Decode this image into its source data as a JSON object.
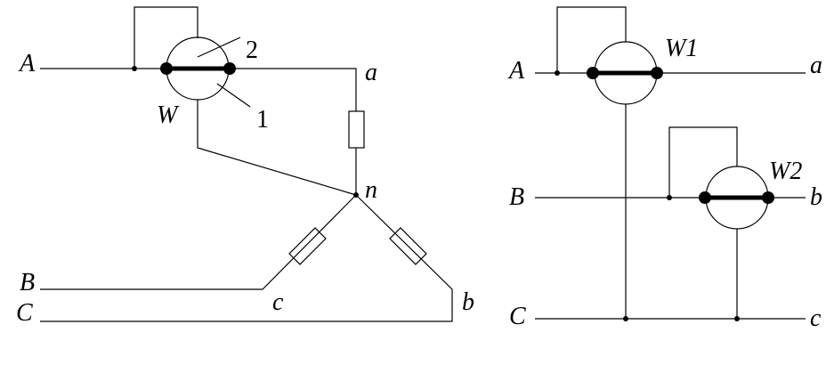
{
  "left_circuit": {
    "terminals": {
      "A": "A",
      "B": "B",
      "C": "C"
    },
    "nodes": {
      "a": "a",
      "b": "b",
      "c": "c",
      "n": "n"
    },
    "wattmeter": {
      "label": "W",
      "terminal_1": "1",
      "terminal_2": "2"
    }
  },
  "right_circuit": {
    "terminals": {
      "A": "A",
      "B": "B",
      "C": "C"
    },
    "outputs": {
      "a": "a",
      "b": "b",
      "c": "c"
    },
    "wattmeter_1": "W1",
    "wattmeter_2": "W2"
  }
}
